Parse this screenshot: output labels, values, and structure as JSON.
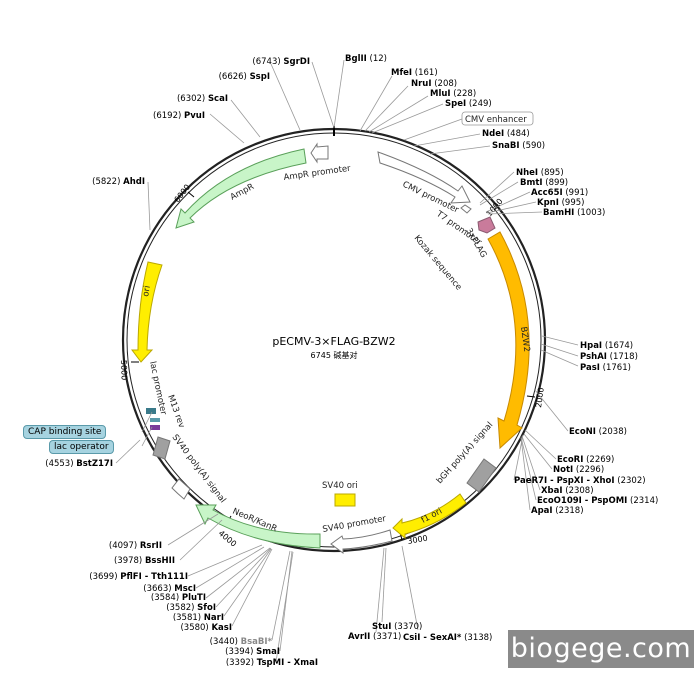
{
  "plasmid": {
    "name": "pECMV-3×FLAG-BZW2",
    "size_label": "6745 碱基对"
  },
  "ticks": [
    {
      "bp": 1000,
      "label": "1000"
    },
    {
      "bp": 2000,
      "label": "2000"
    },
    {
      "bp": 3000,
      "label": "3000"
    },
    {
      "bp": 4000,
      "label": "4000"
    },
    {
      "bp": 5000,
      "label": "5000"
    },
    {
      "bp": 6000,
      "label": "6000"
    }
  ],
  "sites": [
    {
      "name": "SgrDI",
      "pos": "(6743)",
      "side": "left"
    },
    {
      "name": "BglII",
      "pos": "(12)",
      "side": "right"
    },
    {
      "name": "SspI",
      "pos": "(6626)",
      "side": "left"
    },
    {
      "name": "MfeI",
      "pos": "(161)",
      "side": "right"
    },
    {
      "name": "NruI",
      "pos": "(208)",
      "side": "right"
    },
    {
      "name": "MluI",
      "pos": "(228)",
      "side": "right"
    },
    {
      "name": "ScaI",
      "pos": "(6302)",
      "side": "left"
    },
    {
      "name": "SpeI",
      "pos": "(249)",
      "side": "right"
    },
    {
      "name": "PvuI",
      "pos": "(6192)",
      "side": "left"
    },
    {
      "name": "NdeI",
      "pos": "(484)",
      "side": "right"
    },
    {
      "name": "SnaBI",
      "pos": "(590)",
      "side": "right"
    },
    {
      "name": "AhdI",
      "pos": "(5822)",
      "side": "left"
    },
    {
      "name": "NheI",
      "pos": "(895)",
      "side": "right"
    },
    {
      "name": "BmtI",
      "pos": "(899)",
      "side": "right"
    },
    {
      "name": "Acc65I",
      "pos": "(991)",
      "side": "right"
    },
    {
      "name": "KpnI",
      "pos": "(995)",
      "side": "right"
    },
    {
      "name": "BamHI",
      "pos": "(1003)",
      "side": "right"
    },
    {
      "name": "HpaI",
      "pos": "(1674)",
      "side": "right"
    },
    {
      "name": "PshAI",
      "pos": "(1718)",
      "side": "right"
    },
    {
      "name": "PasI",
      "pos": "(1761)",
      "side": "right"
    },
    {
      "name": "EcoNI",
      "pos": "(2038)",
      "side": "right"
    },
    {
      "name": "BstZ17I",
      "pos": "(4553)",
      "side": "left"
    },
    {
      "name": "EcoRI",
      "pos": "(2269)",
      "side": "right"
    },
    {
      "name": "NotI",
      "pos": "(2296)",
      "side": "right"
    },
    {
      "name": "PaeR7I - PspXI - XhoI",
      "pos": "(2302)",
      "side": "right"
    },
    {
      "name": "XbaI",
      "pos": "(2308)",
      "side": "right"
    },
    {
      "name": "EcoO109I - PspOMI",
      "pos": "(2314)",
      "side": "right"
    },
    {
      "name": "ApaI",
      "pos": "(2318)",
      "side": "right"
    },
    {
      "name": "RsrII",
      "pos": "(4097)",
      "side": "left"
    },
    {
      "name": "BssHII",
      "pos": "(3978)",
      "side": "left"
    },
    {
      "name": "PflFI - Tth111I",
      "pos": "(3699)",
      "side": "left"
    },
    {
      "name": "MscI",
      "pos": "(3663)",
      "side": "left"
    },
    {
      "name": "PluTI",
      "pos": "(3584)",
      "side": "left"
    },
    {
      "name": "SfoI",
      "pos": "(3582)",
      "side": "left"
    },
    {
      "name": "NarI",
      "pos": "(3581)",
      "side": "left"
    },
    {
      "name": "KasI",
      "pos": "(3580)",
      "side": "left"
    },
    {
      "name": "BsaBI*",
      "pos": "(3440)",
      "side": "left"
    },
    {
      "name": "SmaI",
      "pos": "(3394)",
      "side": "left"
    },
    {
      "name": "TspMI - XmaI",
      "pos": "(3392)",
      "side": "left"
    },
    {
      "name": "CsiI - SexAI*",
      "pos": "(3138)",
      "side": "right"
    },
    {
      "name": "StuI",
      "pos": "(3370)",
      "side": "right"
    },
    {
      "name": "AvrII",
      "pos": "(3371)",
      "side": "right"
    }
  ],
  "features": {
    "cmv_enhancer": "CMV enhancer",
    "cmv_promoter": "CMV promoter",
    "t7_promoter": "T7 promoter",
    "kozak": "Kozak sequence",
    "flag": "3xFLAG",
    "bzw2": "BZW2",
    "bgh": "bGH poly(A) signal",
    "f1_ori": "f1 ori",
    "sv40_promoter": "SV40 promoter",
    "sv40_ori": "SV40 ori",
    "neor": "NeoR/KanR",
    "sv40_polya": "SV40 poly(A) signal",
    "m13_rev": "M13 rev",
    "lac_promoter": "lac promoter",
    "ori": "ori",
    "ampr": "AmpR",
    "ampr_promoter": "AmpR promoter",
    "cap_site": "CAP binding site",
    "lac_operator": "lac operator"
  },
  "colors": {
    "backbone": "#222222",
    "ampr": "#c8f5c8",
    "ori": "#ffee00",
    "bzw2": "#ffbb00",
    "flag": "#c97b9b",
    "bgh": "#a0a0a0",
    "f1": "#ffee00",
    "neor": "#c8f5c8",
    "sv40ori": "#ffee00",
    "cap": "#a6d3e0",
    "lacop": "#a6d3e0"
  },
  "watermark": "biogege.com"
}
